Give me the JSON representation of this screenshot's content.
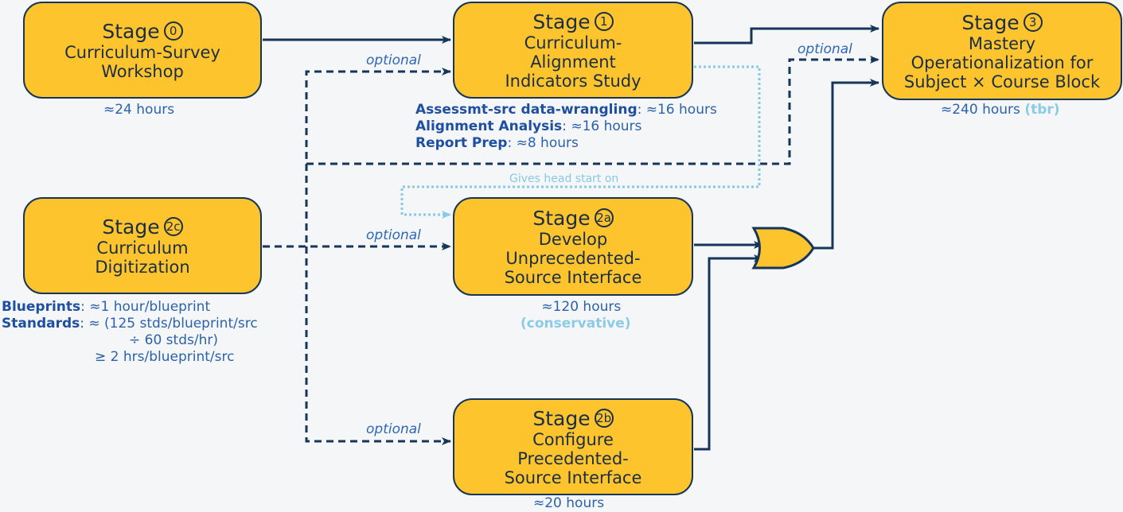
{
  "stages": {
    "s0": {
      "title": "Stage",
      "num": "0",
      "lines": [
        "Curriculum-Survey",
        "Workshop"
      ],
      "hours": "≈24 hours"
    },
    "s1": {
      "title": "Stage",
      "num": "1",
      "lines": [
        "Curriculum-",
        "Alignment",
        "Indicators Study"
      ],
      "breakdown": [
        {
          "label": "Assessmt-src data-wrangling",
          "value": ": ≈16 hours"
        },
        {
          "label": "Alignment Analysis",
          "value": ":  ≈16 hours"
        },
        {
          "label": "Report Prep",
          "value": ":  ≈8 hours"
        }
      ]
    },
    "s3": {
      "title": "Stage",
      "num": "3",
      "lines": [
        "Mastery",
        "Operationalization for",
        "Subject × Course Block"
      ],
      "hours": "≈240 hours",
      "hours_note": "(tbr)"
    },
    "s2c": {
      "title": "Stage",
      "num": "2c",
      "lines": [
        "Curriculum",
        "Digitization"
      ],
      "notes": {
        "blueprints_label": "Blueprints",
        "blueprints_value": ":  ≈1 hour/blueprint",
        "standards_label": "Standards",
        "standards_value": ":  ≈ (125 stds/blueprint/src",
        "standards_line2": "÷ 60 stds/hr)",
        "standards_line3": "≥ 2 hrs/blueprint/src"
      }
    },
    "s2a": {
      "title": "Stage",
      "num": "2a",
      "lines": [
        "Develop",
        "Unprecedented-",
        "Source Interface"
      ],
      "hours": "≈120 hours",
      "hours_note": "(conservative)"
    },
    "s2b": {
      "title": "Stage",
      "num": "2b",
      "lines": [
        "Configure",
        "Precedented-",
        "Source Interface"
      ],
      "hours": "≈20 hours"
    }
  },
  "labels": {
    "optional": "optional",
    "head_start": "Gives head start on"
  },
  "colors": {
    "box_fill": "#fdc42d",
    "box_border": "#15365a",
    "arrow": "#15365a",
    "note_text": "#2a62ad",
    "light_blue": "#87c9e6"
  }
}
